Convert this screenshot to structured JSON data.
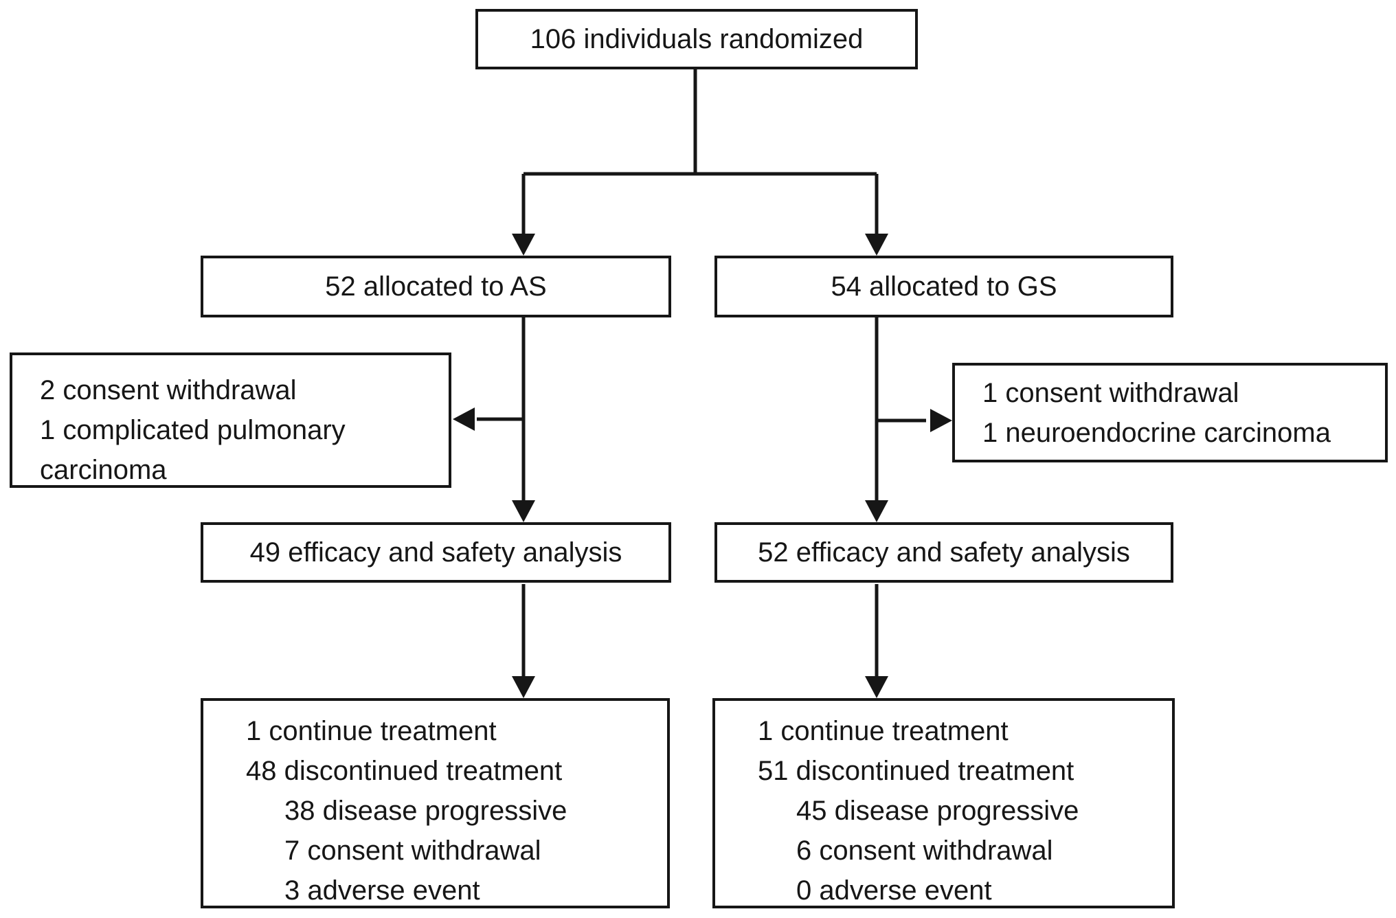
{
  "diagram": {
    "randomized": "106 individuals randomized",
    "as": {
      "allocated": "52 allocated to AS",
      "excluded": [
        "2 consent withdrawal",
        "1 complicated pulmonary carcinoma"
      ],
      "analysis": "49 efficacy and safety analysis",
      "outcomes": [
        "1 continue treatment",
        "48 discontinued treatment",
        "38 disease progressive",
        "7 consent withdrawal",
        "3 adverse event"
      ]
    },
    "gs": {
      "allocated": "54 allocated to GS",
      "excluded": [
        "1 consent withdrawal",
        "1 neuroendocrine carcinoma"
      ],
      "analysis": "52 efficacy and safety analysis",
      "outcomes": [
        "1 continue treatment",
        "51 discontinued treatment",
        "45 disease progressive",
        "6 consent withdrawal",
        "0 adverse event"
      ]
    },
    "line_color": "#161616"
  }
}
